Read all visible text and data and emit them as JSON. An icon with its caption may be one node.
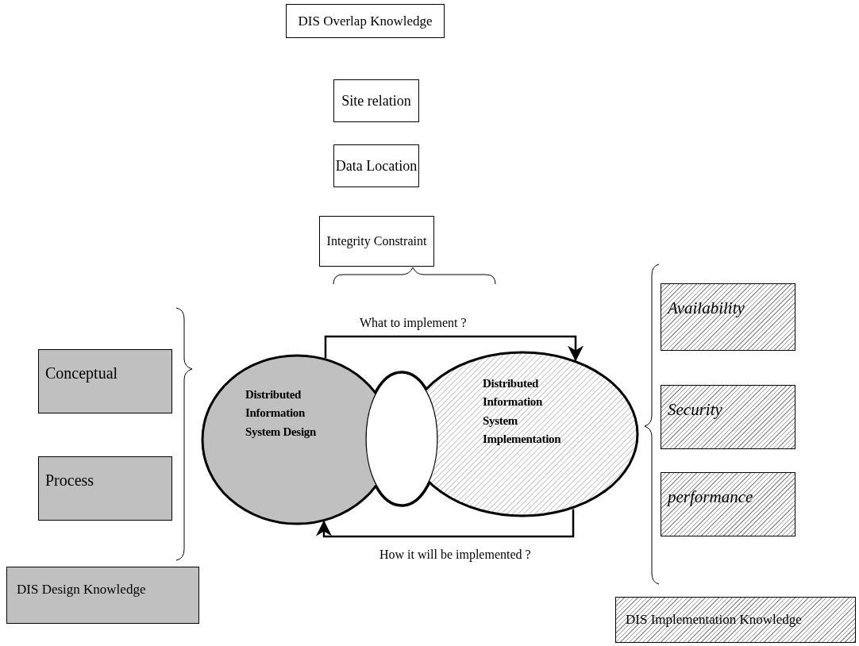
{
  "diagram": {
    "nodes": [
      {
        "text": [
          "DIS Overlap Knowledge"
        ]
      },
      {
        "text": [
          "Site relation"
        ]
      },
      {
        "text": [
          "Data Location"
        ]
      },
      {
        "text": [
          "Integrity Constraint"
        ]
      },
      {
        "text": [
          "Conceptual"
        ]
      },
      {
        "text": [
          "Process"
        ]
      },
      {
        "text": [
          "Distributed Information System Design"
        ]
      },
      {
        "text": [],
        "shape": "ellipse"
      },
      {
        "text": [
          "Distributed Information System Implementation"
        ]
      },
      {
        "text": [
          "Availability"
        ]
      },
      {
        "text": [
          "Security"
        ]
      },
      {
        "text": [
          "performance"
        ]
      },
      {
        "text": [
          "DIS Design Knowledge"
        ]
      },
      {
        "text": [
          "DIS Implementation Knowledge"
        ]
      }
    ],
    "edges": [
      {
        "from": 6,
        "to": 8,
        "arrow": "to",
        "label": "What to implement ?"
      },
      {
        "from": 8,
        "to": 6,
        "arrow": "to",
        "label": "How it will be implemented ?"
      }
    ]
  }
}
